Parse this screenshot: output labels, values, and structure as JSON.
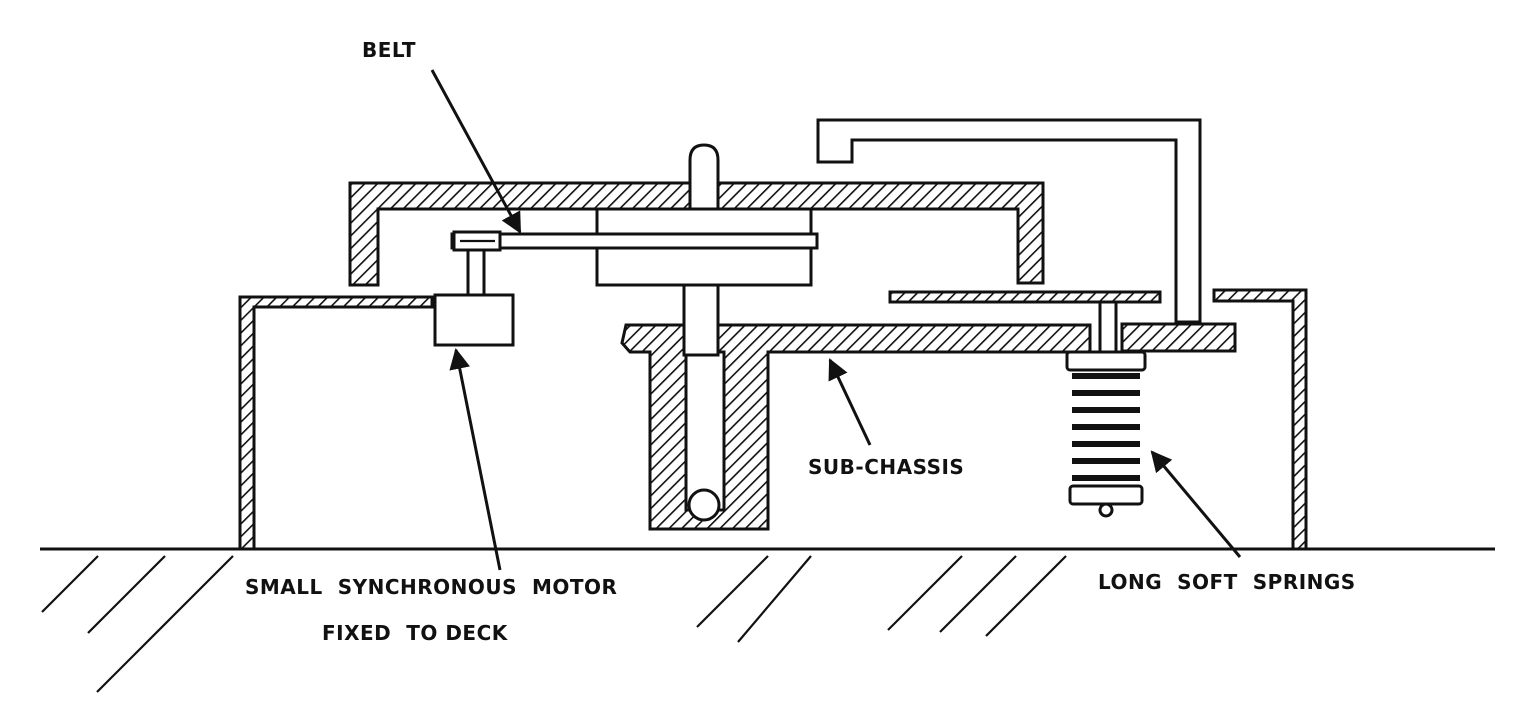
{
  "labels": {
    "belt": "BELT",
    "sub_chassis": "SUB-CHASSIS",
    "motor_line1": "SMALL  SYNCHRONOUS  MOTOR",
    "motor_line2": "FIXED  TO DECK",
    "springs": "LONG  SOFT  SPRINGS"
  },
  "colors": {
    "ink": "#111111",
    "paper": "#ffffff"
  }
}
